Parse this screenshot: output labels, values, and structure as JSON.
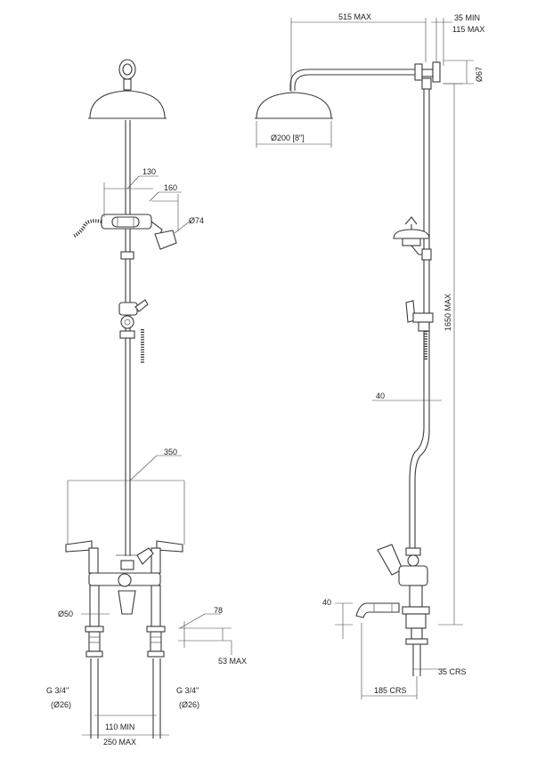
{
  "front_view": {
    "dim_head_to_arm": "130",
    "dim_handset_reach": "160",
    "dim_handset_diameter": "Ø74",
    "dim_valve_width": "350",
    "dim_inlet_diameter": "Ø50",
    "dim_riser_offset": "78",
    "dim_riser_height": "53 MAX",
    "thread_left": "G 3/4\"",
    "thread_left_mm": "(Ø26)",
    "thread_right": "G 3/4\"",
    "thread_right_mm": "(Ø26)",
    "centres_min": "110 MIN",
    "centres_max": "250 MAX"
  },
  "side_view": {
    "dim_arm_reach": "515 MAX",
    "dim_wall_min": "35 MIN",
    "dim_wall_max": "115 MAX",
    "dim_bracket_diameter": "Ø67",
    "dim_head_diameter": "Ø200 [8\"]",
    "dim_overall_height": "1650 MAX",
    "dim_pipe_offset": "40",
    "dim_spout_height": "40",
    "dim_spout_crs": "35 CRS",
    "dim_spout_reach": "185 CRS"
  }
}
